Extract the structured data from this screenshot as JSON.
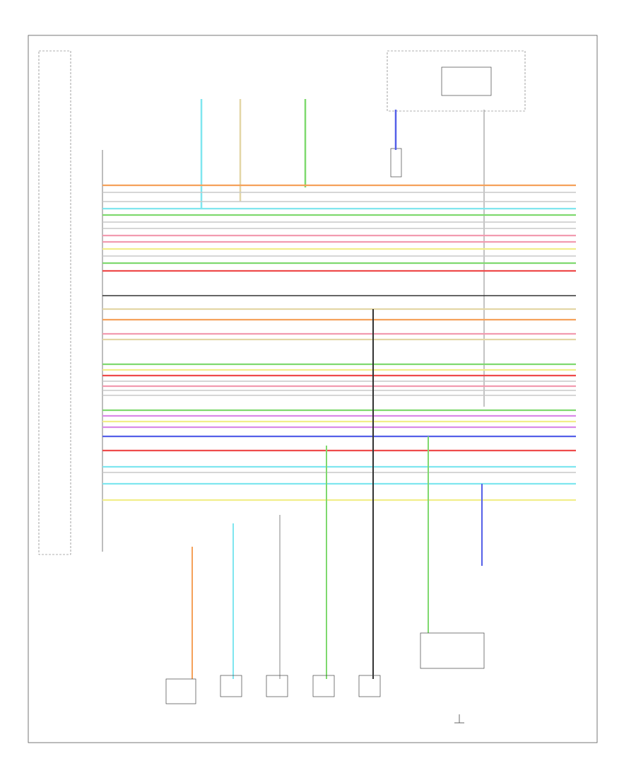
{
  "diagram": {
    "footer_code": "",
    "module_label": "",
    "connector_labels": [
      "",
      "",
      "",
      "",
      "",
      ""
    ],
    "switch_labels": [
      "",
      "",
      "",
      "",
      "",
      ""
    ],
    "colors": {
      "orange": "#f5a15a",
      "gray": "#c8c8c8",
      "cyan": "#7fe6ef",
      "green": "#7fd96f",
      "pink": "#f29bb0",
      "red": "#ee4b4b",
      "yellow": "#f1ee8a",
      "blue": "#5560e8",
      "violet": "#d98ae8",
      "black": "#333333",
      "tan": "#e3d6a6"
    },
    "wires": [
      {
        "color": "orange"
      },
      {
        "color": "gray"
      },
      {
        "color": "gray"
      },
      {
        "color": "cyan"
      },
      {
        "color": "green"
      },
      {
        "color": "gray"
      },
      {
        "color": "gray"
      },
      {
        "color": "pink"
      },
      {
        "color": "pink"
      },
      {
        "color": "yellow"
      },
      {
        "color": "gray"
      },
      {
        "color": "green"
      },
      {
        "color": "red"
      },
      {
        "color": "black"
      },
      {
        "color": "tan"
      },
      {
        "color": "orange"
      },
      {
        "color": "pink"
      },
      {
        "color": "tan"
      },
      {
        "color": "green"
      },
      {
        "color": "yellow"
      },
      {
        "color": "red"
      },
      {
        "color": "gray"
      },
      {
        "color": "pink"
      },
      {
        "color": "gray"
      },
      {
        "color": "gray"
      },
      {
        "color": "green"
      },
      {
        "color": "violet"
      },
      {
        "color": "yellow"
      },
      {
        "color": "violet"
      },
      {
        "color": "blue"
      },
      {
        "color": "red"
      },
      {
        "color": "cyan"
      },
      {
        "color": "gray"
      },
      {
        "color": "cyan"
      },
      {
        "color": "yellow"
      }
    ]
  }
}
